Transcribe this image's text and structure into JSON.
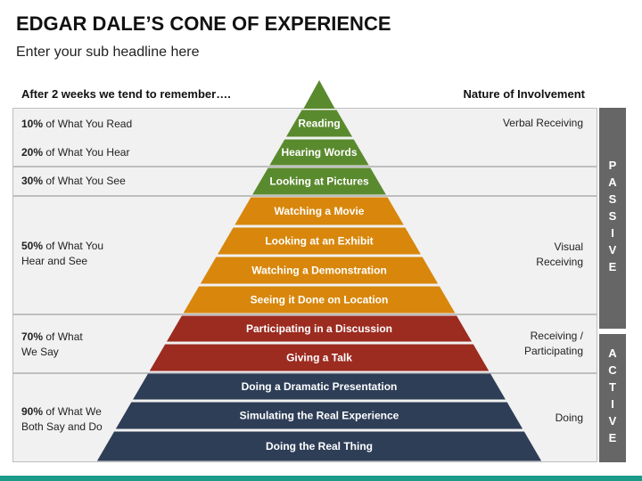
{
  "title": "EDGAR DALE’S CONE OF EXPERIENCE",
  "subtitle": "Enter your sub headline here",
  "left_header": "After 2 weeks we tend to remember….",
  "right_header": "Nature of Involvement",
  "retention": [
    {
      "percent": "10%",
      "text": "of What You Read"
    },
    {
      "percent": "20%",
      "text": "of What You Hear"
    },
    {
      "percent": "30%",
      "text": "of What You See"
    },
    {
      "percent": "50%",
      "text": "of What You",
      "text2": "Hear and See"
    },
    {
      "percent": "70%",
      "text": "of What",
      "text2": "We Say"
    },
    {
      "percent": "90%",
      "text": "of What We",
      "text2": "Both Say and Do"
    }
  ],
  "nature": [
    {
      "line1": "Verbal Receiving"
    },
    {
      "line1": "Visual",
      "line2": "Receiving"
    },
    {
      "line1": "Receiving /",
      "line2": "Participating"
    },
    {
      "line1": "Doing"
    }
  ],
  "side_labels": {
    "passive": [
      "P",
      "A",
      "S",
      "S",
      "I",
      "V",
      "E"
    ],
    "active": [
      "A",
      "C",
      "T",
      "I",
      "V",
      "E"
    ]
  },
  "cone_levels": [
    {
      "label": "Reading",
      "color": "#5a8a2e"
    },
    {
      "label": "Hearing Words",
      "color": "#5a8a2e"
    },
    {
      "label": "Looking at Pictures",
      "color": "#5a8a2e"
    },
    {
      "label": "Watching a Movie",
      "color": "#d8870c"
    },
    {
      "label": "Looking at an Exhibit",
      "color": "#d8870c"
    },
    {
      "label": "Watching a Demonstration",
      "color": "#d8870c"
    },
    {
      "label": "Seeing it Done on Location",
      "color": "#d8870c"
    },
    {
      "label": "Participating in a Discussion",
      "color": "#9c2b20"
    },
    {
      "label": "Giving a Talk",
      "color": "#9c2b20"
    },
    {
      "label": "Doing a Dramatic Presentation",
      "color": "#2e3e57"
    },
    {
      "label": "Simulating the Real Experience",
      "color": "#2e3e57"
    },
    {
      "label": "Doing the Real Thing",
      "color": "#2e3e57"
    }
  ],
  "colors": {
    "green": "#5a8a2e",
    "orange": "#d8870c",
    "red": "#9c2b20",
    "navy": "#2e3e57",
    "side_bar": "#666666",
    "footer": "#1a9b8a"
  }
}
